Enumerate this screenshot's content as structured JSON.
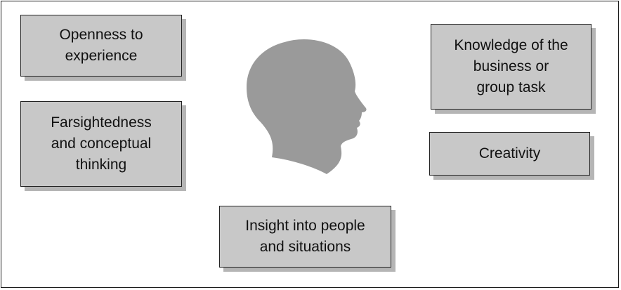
{
  "diagram": {
    "cards": {
      "openness": "Openness to\nexperience",
      "farsightedness": "Farsightedness\nand conceptual\nthinking",
      "knowledge": "Knowledge of the\nbusiness or\ngroup task",
      "creativity": "Creativity",
      "insight": "Insight into people\nand situations"
    },
    "icons": {
      "center": "head-silhouette-icon"
    },
    "colors": {
      "card_fill": "#d9d9d9",
      "card_shadow": "#b5b5b5",
      "silhouette": "#9a9a9a"
    }
  }
}
